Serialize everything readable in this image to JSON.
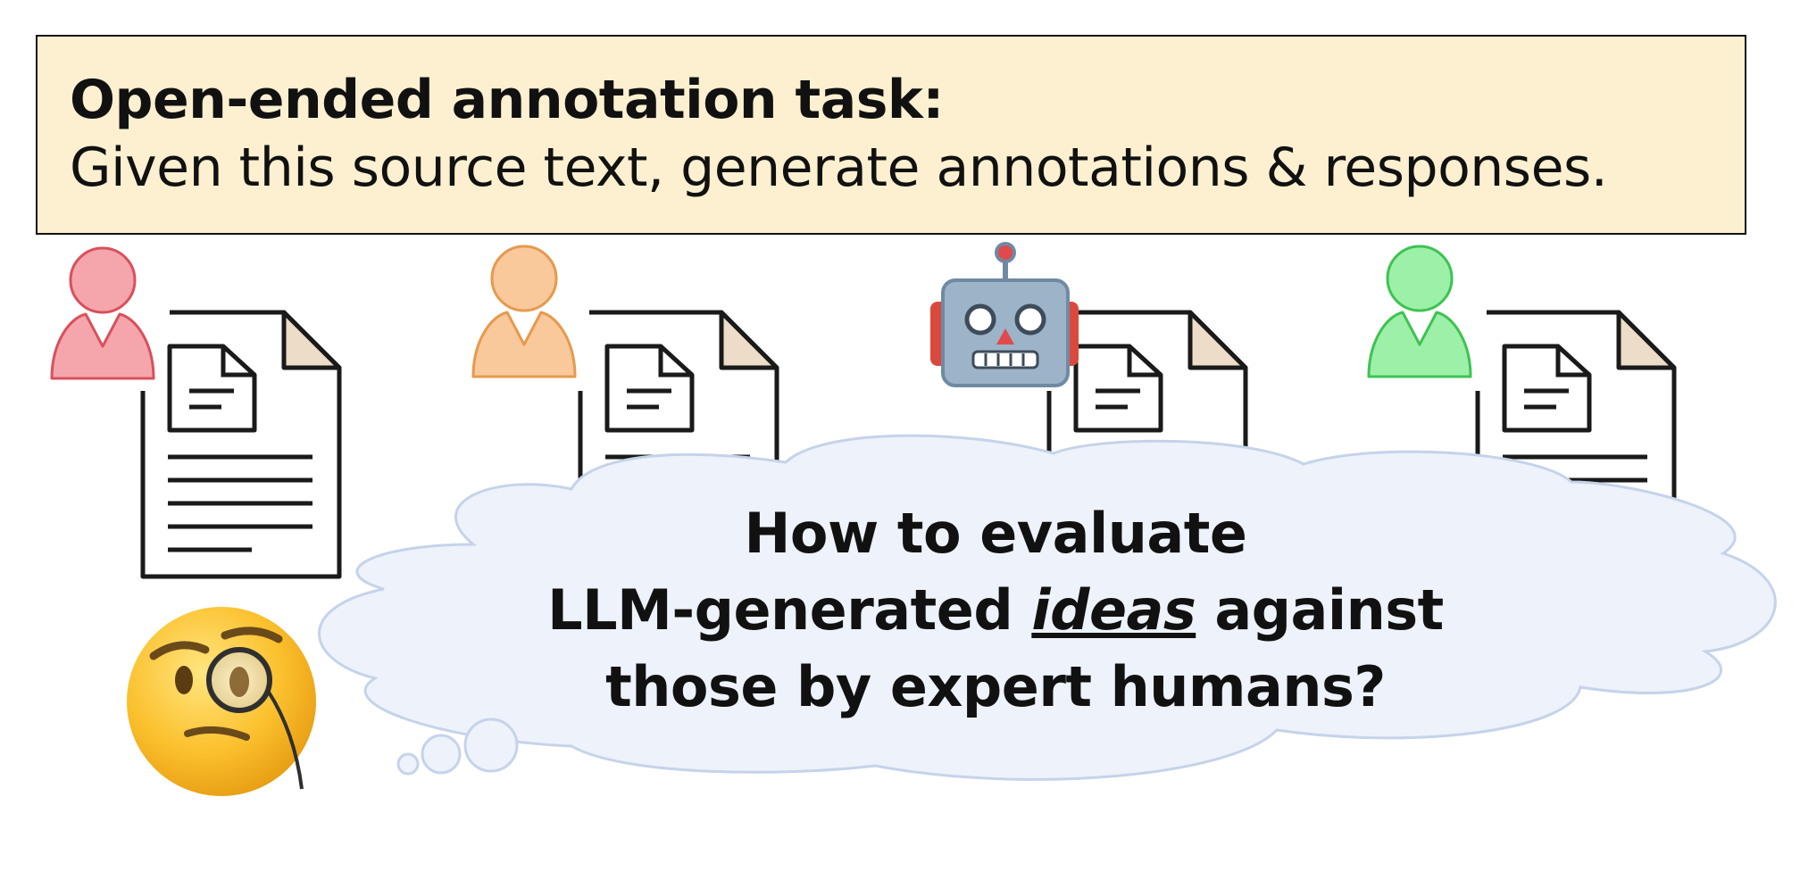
{
  "task": {
    "title": "Open-ended annotation task:",
    "description": "Given this source text, generate annotations & responses."
  },
  "annotators": [
    {
      "kind": "human",
      "color": "#f4a6ac",
      "stroke": "#d9505c"
    },
    {
      "kind": "human",
      "color": "#f9c89b",
      "stroke": "#e59a4e"
    },
    {
      "kind": "robot",
      "color": "#8fa9bf",
      "stroke": "#5e7a92"
    },
    {
      "kind": "human",
      "color": "#9df0a8",
      "stroke": "#3fc252"
    }
  ],
  "question": {
    "line1": "How to evaluate",
    "line2_prefix": "LLM-generated ",
    "line2_emphasis": "ideas",
    "line2_suffix": " against",
    "line3": "those by expert humans?"
  },
  "colors": {
    "task_bg": "#fcf0d0",
    "cloud_fill": "#eef2fa",
    "cloud_stroke": "#c5d3ea"
  },
  "icons": [
    "person-icon",
    "document-icon",
    "robot-icon",
    "monocle-face-icon",
    "thought-cloud"
  ]
}
